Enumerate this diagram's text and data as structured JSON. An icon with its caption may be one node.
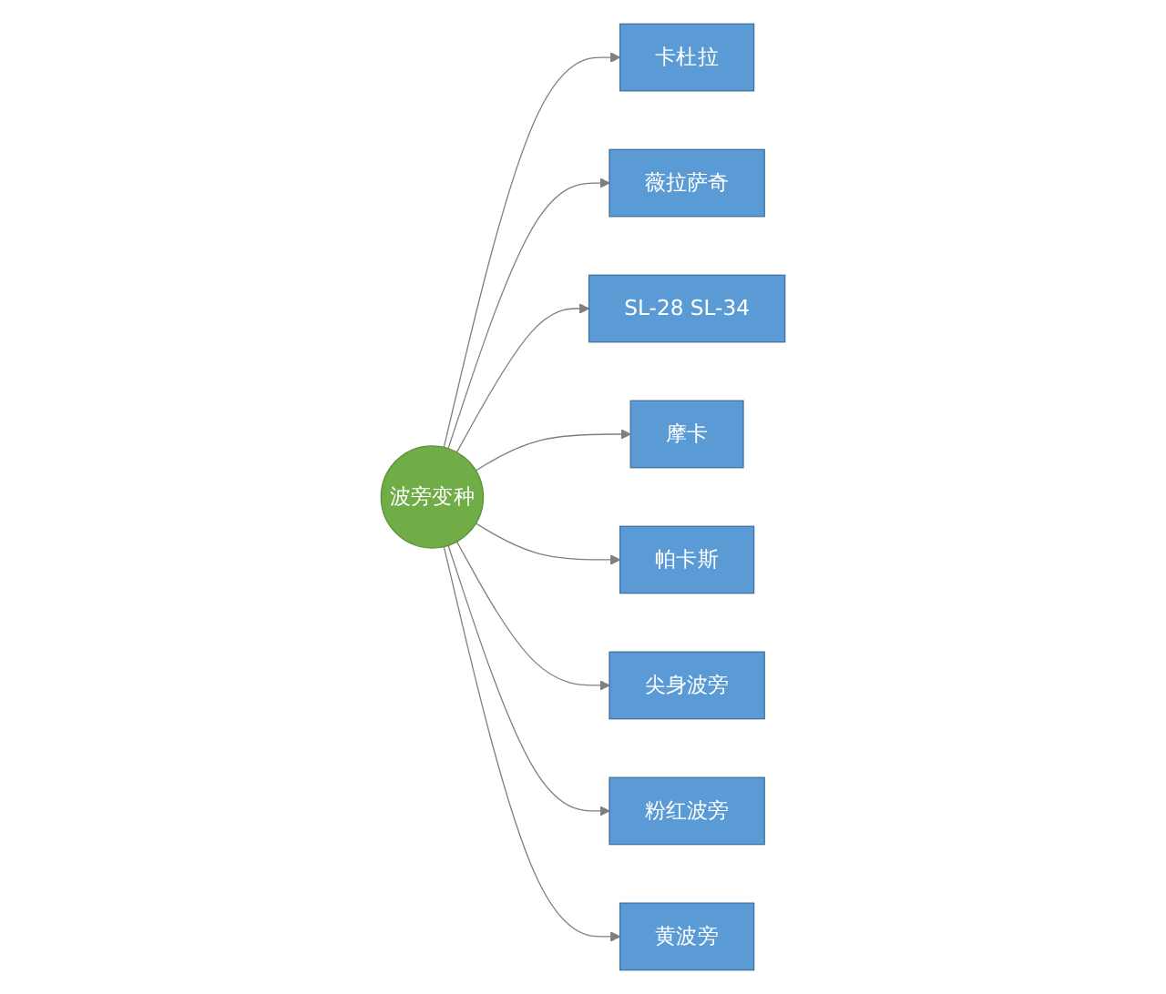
{
  "diagram": {
    "nodes": [
      {
        "text": [
          "波旁变种"
        ]
      },
      {
        "text": [
          "卡杜拉"
        ]
      },
      {
        "text": [
          "薇拉萨奇"
        ]
      },
      {
        "text": [
          "SL-28 SL-34"
        ]
      },
      {
        "text": [
          "摩卡"
        ]
      },
      {
        "text": [
          "帕卡斯"
        ]
      },
      {
        "text": [
          "尖身波旁"
        ]
      },
      {
        "text": [
          "粉红波旁"
        ]
      },
      {
        "text": [
          "黄波旁"
        ]
      }
    ],
    "edges": [
      {
        "from": 0,
        "to": 1,
        "arrow": "to"
      },
      {
        "from": 0,
        "to": 2,
        "arrow": "to"
      },
      {
        "from": 0,
        "to": 3,
        "arrow": "to"
      },
      {
        "from": 0,
        "to": 4,
        "arrow": "to"
      },
      {
        "from": 0,
        "to": 5,
        "arrow": "to"
      },
      {
        "from": 0,
        "to": 6,
        "arrow": "to"
      },
      {
        "from": 0,
        "to": 7,
        "arrow": "to"
      },
      {
        "from": 0,
        "to": 8,
        "arrow": "to"
      }
    ]
  }
}
